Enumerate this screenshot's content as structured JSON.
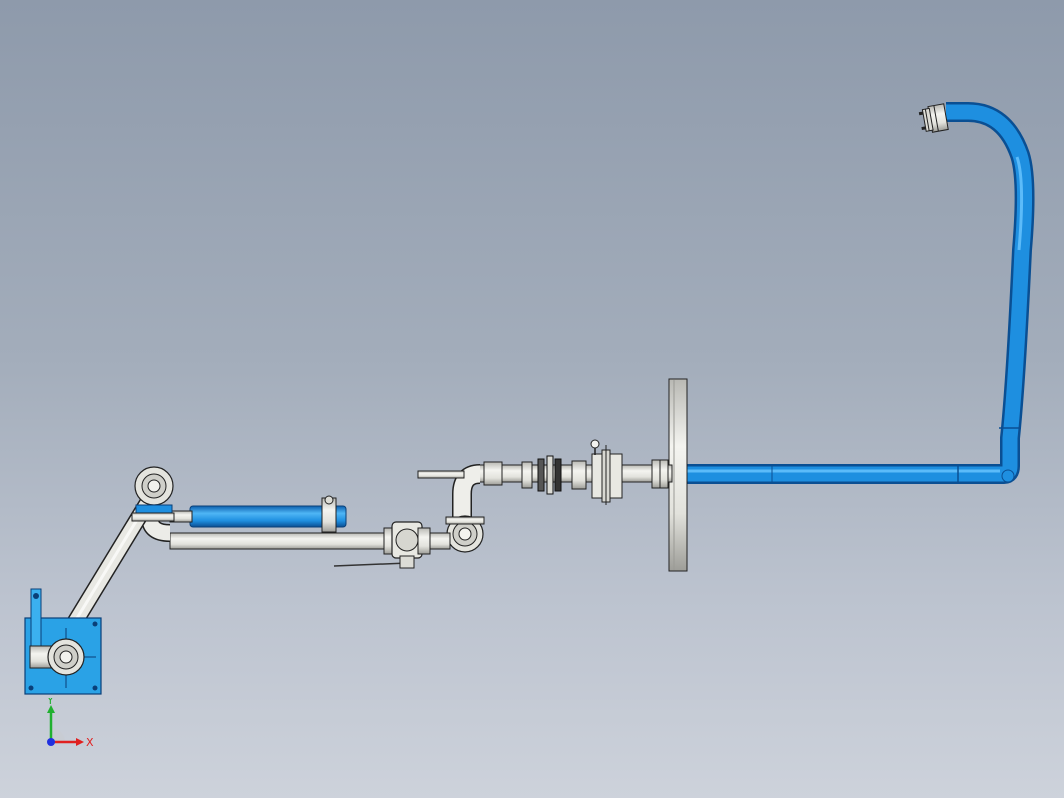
{
  "view": {
    "background_top": "#8e9aab",
    "background_bottom": "#cdd2db"
  },
  "colors": {
    "blue_pipe": "#1e8fe0",
    "steel_pipe": "#e6e6e1",
    "edge": "#2b2b2b",
    "base_plate": "#2aa2e6"
  },
  "triad": {
    "x_label": "X",
    "y_label": "Y",
    "x_color": "#e02020",
    "y_color": "#20b030",
    "z_color": "#2030e0"
  },
  "components": [
    "base-mount-icon",
    "inner-arm-pipe",
    "swivel-joint-icon",
    "balance-cylinder-icon",
    "ball-valve-icon",
    "elbow-icon",
    "flange-assembly-icon",
    "wall-plate-icon",
    "outer-blue-pipe",
    "nozzle-coupling-icon"
  ]
}
